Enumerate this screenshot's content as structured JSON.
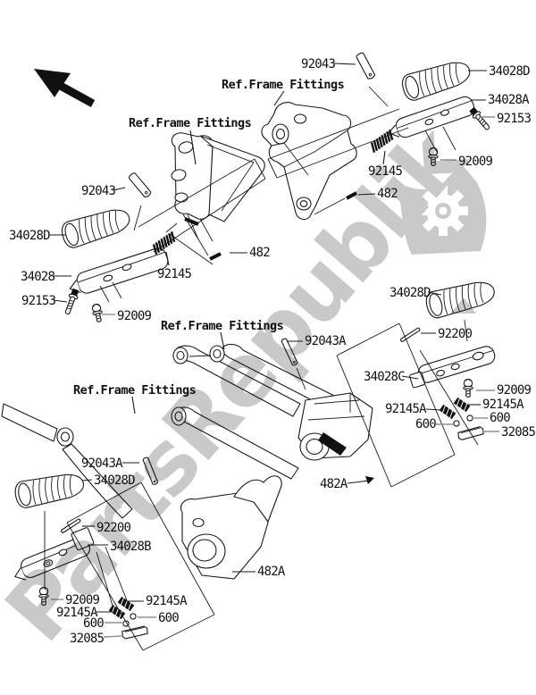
{
  "page": {
    "kind": "motorcycle-footrests-parts-diagram",
    "watermark_text": "PartsRepublik",
    "colors": {
      "line": "#1a1a1a",
      "watermark": "#c9c9c9",
      "paper": "#ffffff"
    }
  },
  "labels": [
    {
      "text": "92043"
    },
    {
      "text": "Ref.Frame Fittings"
    },
    {
      "text": "Ref.Frame Fittings"
    },
    {
      "text": "34028D"
    },
    {
      "text": "34028A"
    },
    {
      "text": "92153"
    },
    {
      "text": "92009"
    },
    {
      "text": "92145"
    },
    {
      "text": "482"
    },
    {
      "text": "92043"
    },
    {
      "text": "34028D"
    },
    {
      "text": "34028"
    },
    {
      "text": "92153"
    },
    {
      "text": "92145"
    },
    {
      "text": "92009"
    },
    {
      "text": "482"
    },
    {
      "text": "Ref.Frame Fittings"
    },
    {
      "text": "92043A"
    },
    {
      "text": "34028D"
    },
    {
      "text": "92200"
    },
    {
      "text": "34028C"
    },
    {
      "text": "92009"
    },
    {
      "text": "92145A"
    },
    {
      "text": "92145A"
    },
    {
      "text": "600"
    },
    {
      "text": "600"
    },
    {
      "text": "32085"
    },
    {
      "text": "482A"
    },
    {
      "text": "Ref.Frame Fittings"
    },
    {
      "text": "92043A"
    },
    {
      "text": "34028D"
    },
    {
      "text": "92200"
    },
    {
      "text": "34028B"
    },
    {
      "text": "92009"
    },
    {
      "text": "92145A"
    },
    {
      "text": "92145A"
    },
    {
      "text": "600"
    },
    {
      "text": "600"
    },
    {
      "text": "32085"
    },
    {
      "text": "482A"
    }
  ]
}
